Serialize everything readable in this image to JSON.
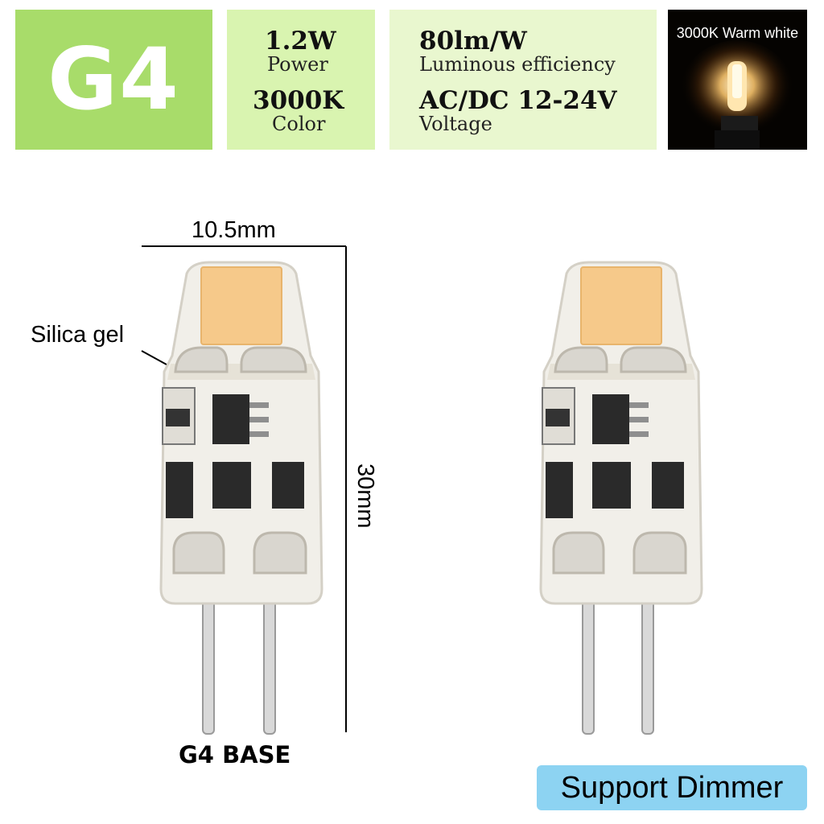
{
  "header": {
    "base_type": "G4",
    "power": {
      "value": "1.2W",
      "label": "Power"
    },
    "color": {
      "value": "3000K",
      "label": "Color"
    },
    "efficiency": {
      "value": "80lm/W",
      "label": "Luminous efficiency"
    },
    "voltage": {
      "value": "AC/DC 12-24V",
      "label": "Voltage"
    },
    "photo_caption": "3000K Warm white"
  },
  "diagram": {
    "width_label": "10.5mm",
    "height_label": "30mm",
    "material_label": "Silica gel",
    "base_label": "G4 BASE"
  },
  "badge": {
    "text": "Support Dimmer"
  },
  "colors": {
    "g4_box": "#a8dc6a",
    "spec_box_1": "#d9f4b0",
    "spec_box_2": "#e9f7cf",
    "badge": "#8dd3f2",
    "led_chip": "#f6c98a",
    "component": "#2a2a2a"
  }
}
